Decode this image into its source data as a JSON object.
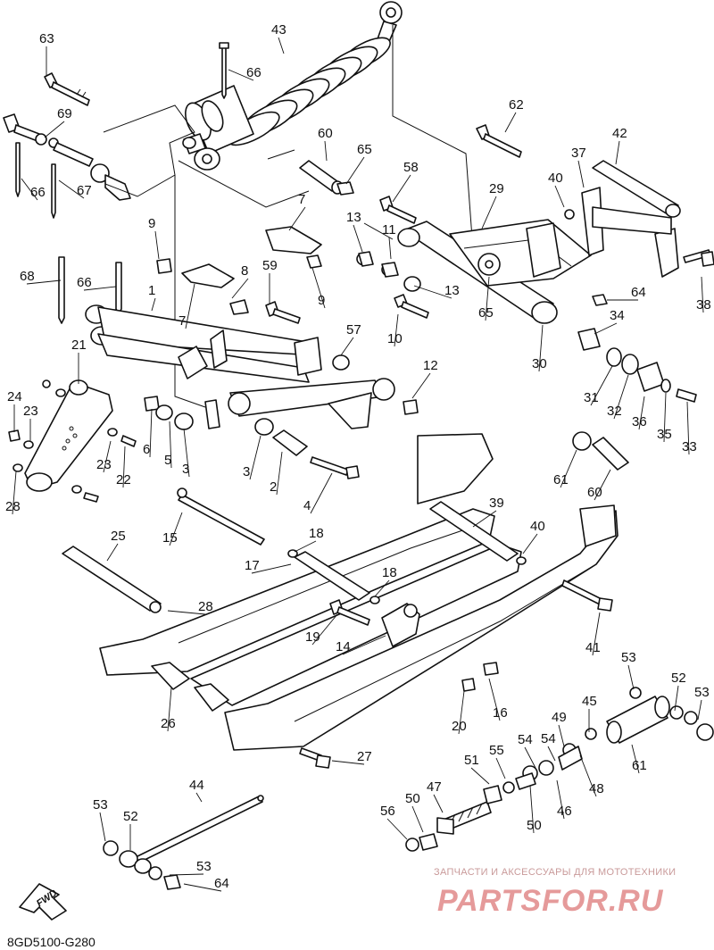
{
  "diagram_code": "8GD5100-G280",
  "direction_label": "FWD",
  "watermark": {
    "caption": "ЗАПЧАСТИ И АКСЕССУАРЫ ДЛЯ МОТОТЕХНИКИ",
    "logo_text": "PARTSFOR.RU"
  },
  "callouts": [
    "63",
    "43",
    "66",
    "69",
    "66",
    "67",
    "60",
    "65",
    "62",
    "42",
    "37",
    "40",
    "29",
    "58",
    "7",
    "13",
    "11",
    "9",
    "8",
    "59",
    "9",
    "68",
    "66",
    "1",
    "7",
    "13",
    "65",
    "64",
    "38",
    "34",
    "10",
    "57",
    "30",
    "21",
    "12",
    "24",
    "23",
    "31",
    "32",
    "36",
    "35",
    "33",
    "6",
    "5",
    "3",
    "23",
    "22",
    "28",
    "3",
    "2",
    "4",
    "61",
    "60",
    "15",
    "25",
    "18",
    "17",
    "18",
    "39",
    "40",
    "28",
    "19",
    "14",
    "41",
    "26",
    "20",
    "16",
    "53",
    "52",
    "53",
    "27",
    "44",
    "53",
    "52",
    "53",
    "64",
    "56",
    "50",
    "47",
    "51",
    "55",
    "50",
    "54",
    "46",
    "54",
    "48",
    "49",
    "45",
    "61"
  ]
}
